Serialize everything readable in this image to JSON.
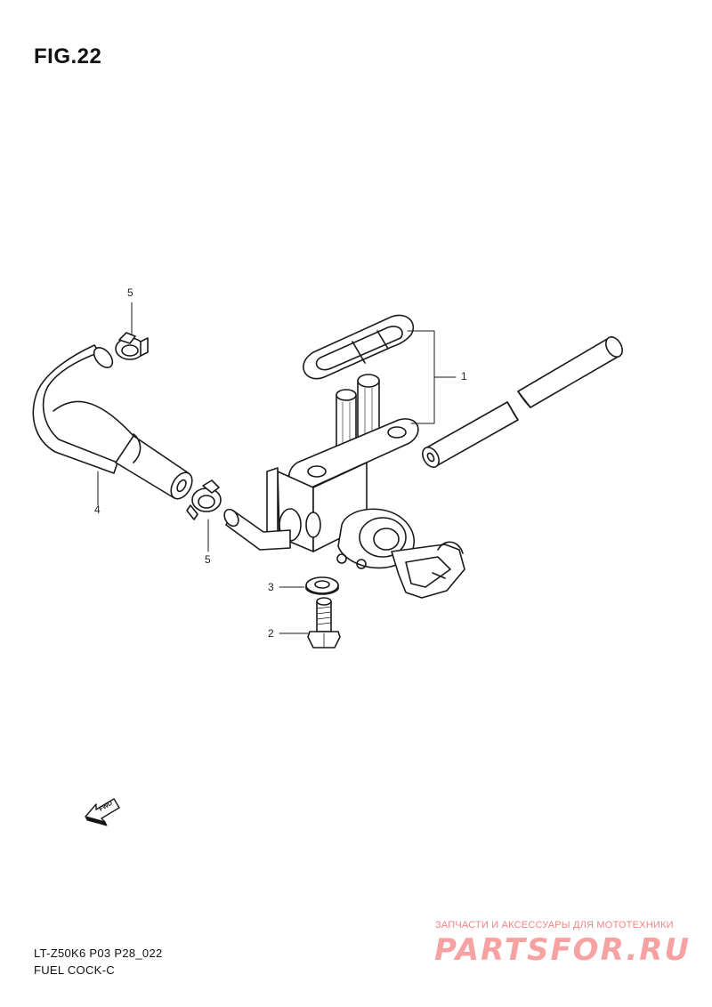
{
  "figure": {
    "title": "FIG.22",
    "code": "LT-Z50K6 P03 P28_022",
    "name": "FUEL COCK-C"
  },
  "callouts": [
    {
      "number": "1",
      "part": "fuel cock assembly"
    },
    {
      "number": "2",
      "part": "bolt"
    },
    {
      "number": "3",
      "part": "washer"
    },
    {
      "number": "4",
      "part": "fuel hose"
    },
    {
      "number": "5",
      "part": "hose clamp"
    }
  ],
  "direction_marker": {
    "label": "FWD",
    "icon": "forward-arrow-icon"
  },
  "watermark": {
    "tagline": "ЗАПЧАСТИ И АКСЕССУАРЫ ДЛЯ МОТОТЕХНИКИ",
    "logo": "PARTSFOR.RU",
    "color": "#f18585"
  }
}
